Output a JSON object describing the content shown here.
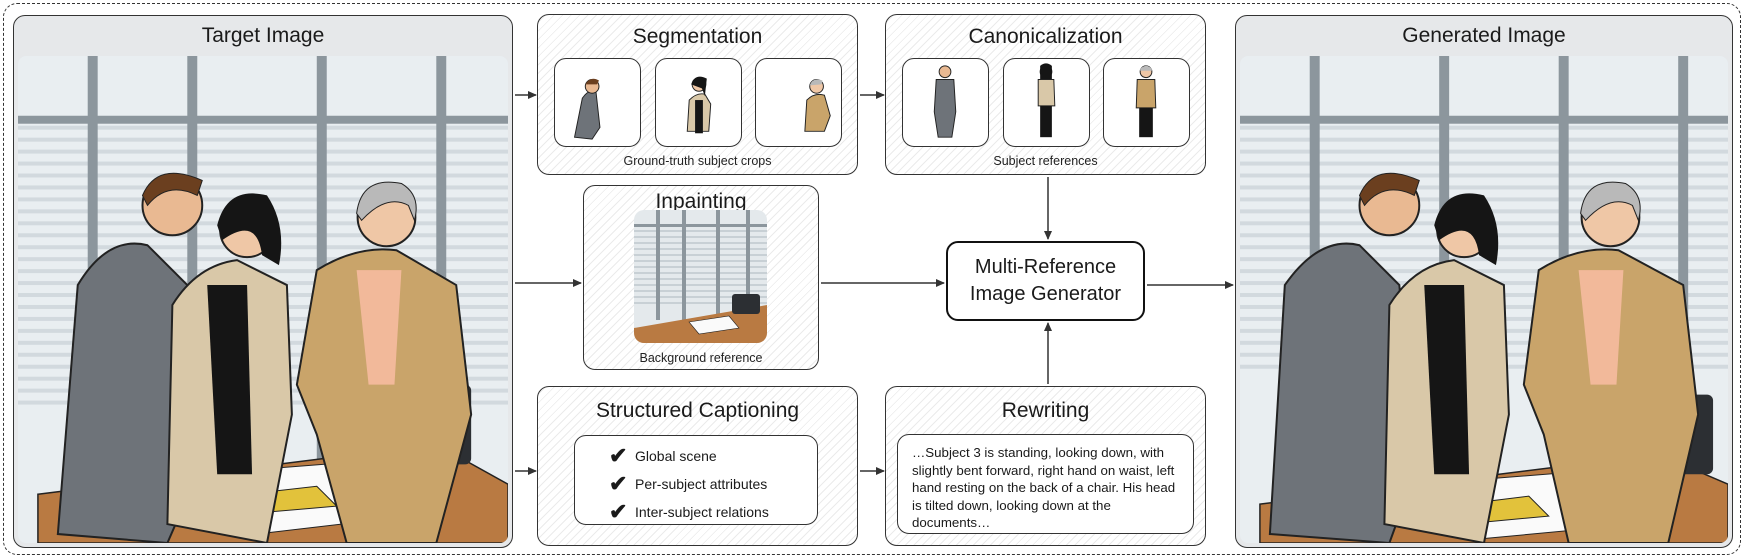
{
  "target_image": {
    "title": "Target Image"
  },
  "generated_image": {
    "title": "Generated Image"
  },
  "segmentation": {
    "title": "Segmentation",
    "caption": "Ground-truth subject crops"
  },
  "canonicalization": {
    "title": "Canonicalization",
    "caption": "Subject references"
  },
  "inpainting": {
    "title": "Inpainting",
    "caption": "Background reference"
  },
  "generator": {
    "line1": "Multi-Reference",
    "line2": "Image Generator"
  },
  "captioning": {
    "title": "Structured Captioning",
    "items": [
      "Global scene",
      "Per-subject attributes",
      "Inter-subject relations"
    ],
    "check_symbol": "✔"
  },
  "rewriting": {
    "title": "Rewriting",
    "text": "…Subject 3 is standing, looking down, with slightly bent forward, right hand on waist, left hand resting on the back of a chair. His head is tilted down, looking down at the documents…"
  },
  "colors": {
    "border": "#333333",
    "gray_suit": "#6e7379",
    "beige_blazer": "#d9c8a8",
    "tan_jacket": "#c9a46a",
    "table": "#b97a42"
  }
}
